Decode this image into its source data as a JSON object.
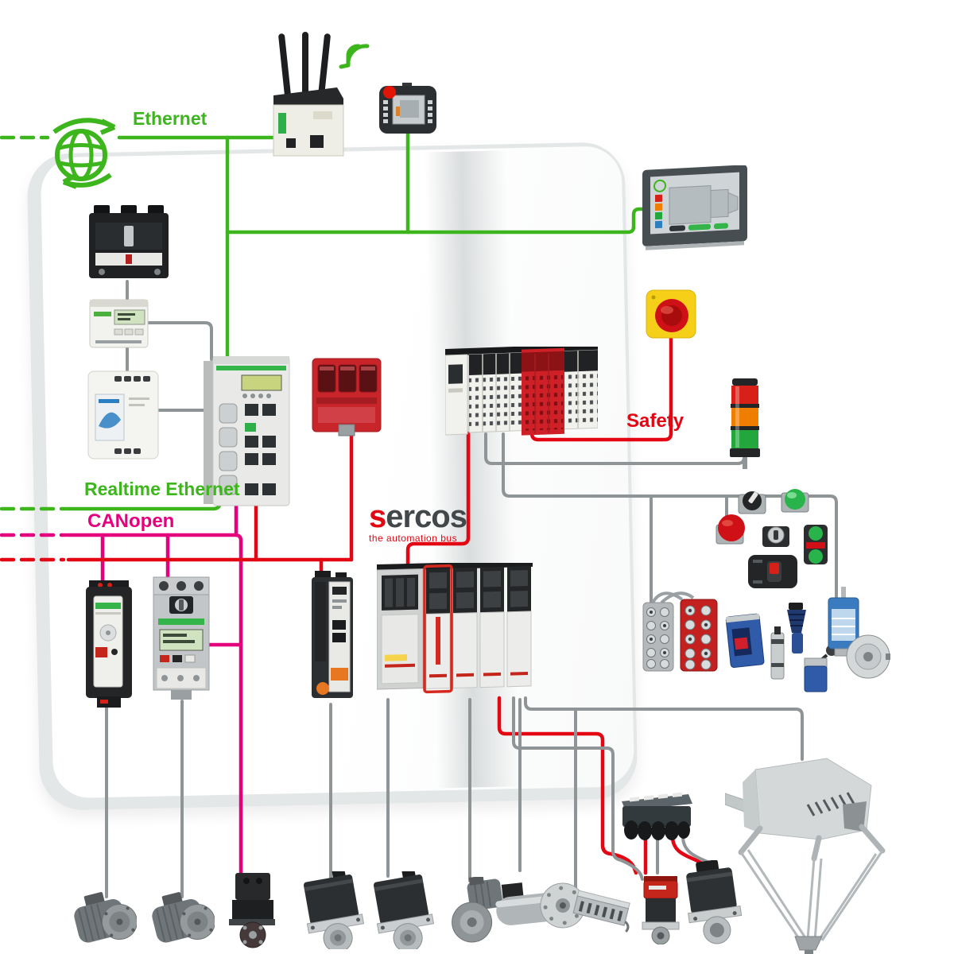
{
  "labels": {
    "ethernet": "Ethernet",
    "realtime_ethernet": "Realtime Ethernet",
    "canopen": "CANopen",
    "safety": "Safety"
  },
  "logo": {
    "s": "s",
    "rest": "ercos",
    "tagline": "the automation bus"
  },
  "colors": {
    "ethernet_green": "#3db51c",
    "canopen_magenta": "#e5007d",
    "sercos_red": "#e30613",
    "safety_red": "#e30613",
    "cable_gray": "#8f9497",
    "panel_gray": "#e7e9e9"
  },
  "devices": [
    "internet-globe",
    "wireless-router",
    "wifi-signal",
    "mobile-hmi",
    "hmi-touch-panel",
    "circuit-breaker",
    "energy-meter",
    "power-supply",
    "motion-controller",
    "safety-controller",
    "modular-io-system",
    "emergency-stop",
    "stack-light",
    "pushbutton-set",
    "variable-speed-drive",
    "motor-starter",
    "servo-drive",
    "multi-axis-servo-system",
    "ip67-io-blocks",
    "sensor-set",
    "cable-distribution-box",
    "integrated-servo-motor",
    "servo-motor-large",
    "induction-motor-1",
    "induction-motor-2",
    "integrated-stepper-motor",
    "servo-motor-1",
    "servo-motor-2",
    "gear-motor",
    "roller-motor",
    "linear-motor",
    "delta-robot"
  ]
}
